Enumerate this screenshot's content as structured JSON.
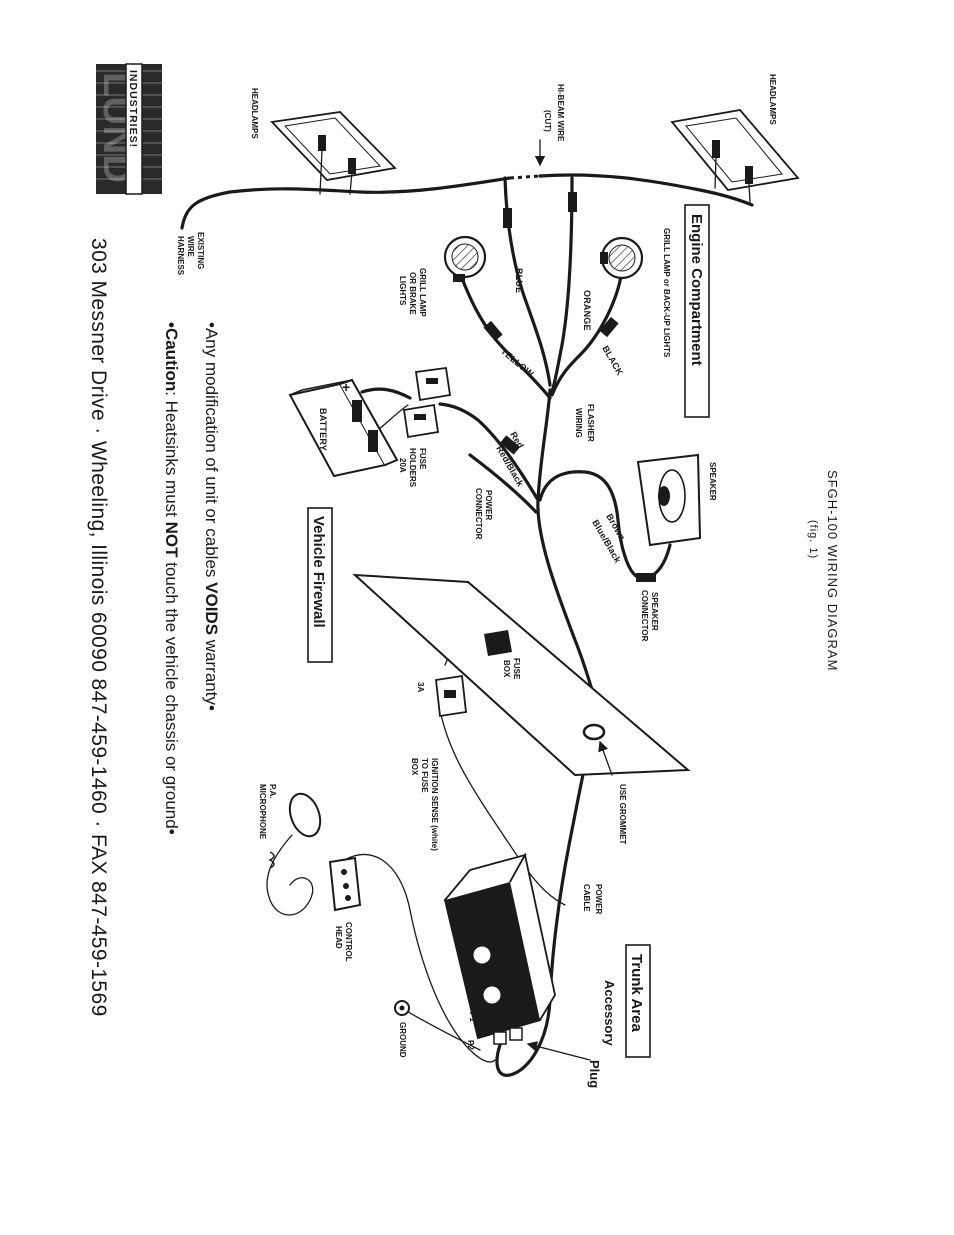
{
  "title": "SFGH-100 WIRING DIAGRAM",
  "fig": "(fig. 1)",
  "logo": {
    "word": "LUND",
    "sub": "INDUSTRIES!"
  },
  "address": "303 Messner Drive · Wheeling, Illinois 60090    847-459-1460 · FAX 847-459-1569",
  "notes": {
    "warranty_prefix": "•Any modification of unit or cables ",
    "warranty_bold": "VOIDS",
    "warranty_suffix": " warranty•",
    "caution_bold": "•Caution",
    "caution_mid": ": Heatsinks must ",
    "caution_not": "NOT",
    "caution_suffix": " touch the vehicle chassis or ground•"
  },
  "sections": {
    "engine": "Engine Compartment",
    "firewall": "Vehicle Firewall",
    "trunk": "Trunk Area"
  },
  "labels": {
    "headlamps_left": "HEADLAMPS",
    "headlamps_right": "HEADLAMPS",
    "existing_harness": [
      "EXISTING",
      "WIRE",
      "HARNESS"
    ],
    "hibeam": [
      "HI-BEAM WIRE",
      "(CUT)"
    ],
    "grill_lamp_backup": "GRILL LAMP or BACK-UP LIGHTS",
    "grill_lamp_brake": [
      "GRILL LAMP",
      "OR BRAKE",
      "LIGHTS"
    ],
    "blue": "BLUE",
    "orange": "ORANGE",
    "black": "BLACK",
    "yellow": "YELLOW",
    "flasher_wiring": [
      "FLASHER",
      "WIRING"
    ],
    "battery": "BATTERY",
    "battery_plus": "+",
    "fuse_holders": [
      "FUSE",
      "HOLDERS",
      "20A"
    ],
    "red": "Red",
    "red_black": "Red/Black",
    "power_connector": [
      "POWER",
      "CONNECTOR"
    ],
    "speaker": "SPEAKER",
    "brown": "Brown",
    "blue_black": "Blue/Black",
    "speaker_connector": [
      "SPEAKER",
      "CONNECTOR"
    ],
    "fuse_box": [
      "FUSE",
      "BOX"
    ],
    "fuse_3a": "3A",
    "ignition_sense": [
      "IGNITION SENSE (white)",
      "TO FUSE",
      "BOX"
    ],
    "use_grommet": "USE GROMMET",
    "power_cable": [
      "POWER",
      "CABLE"
    ],
    "pa_microphone": [
      "P.A.",
      "MICROPHONE"
    ],
    "control_head": [
      "CONTROL",
      "HEAD"
    ],
    "accessory_plug": [
      "Accessory",
      "Plug"
    ],
    "p1": "P1",
    "p2": "P2",
    "ground": "GROUND"
  }
}
